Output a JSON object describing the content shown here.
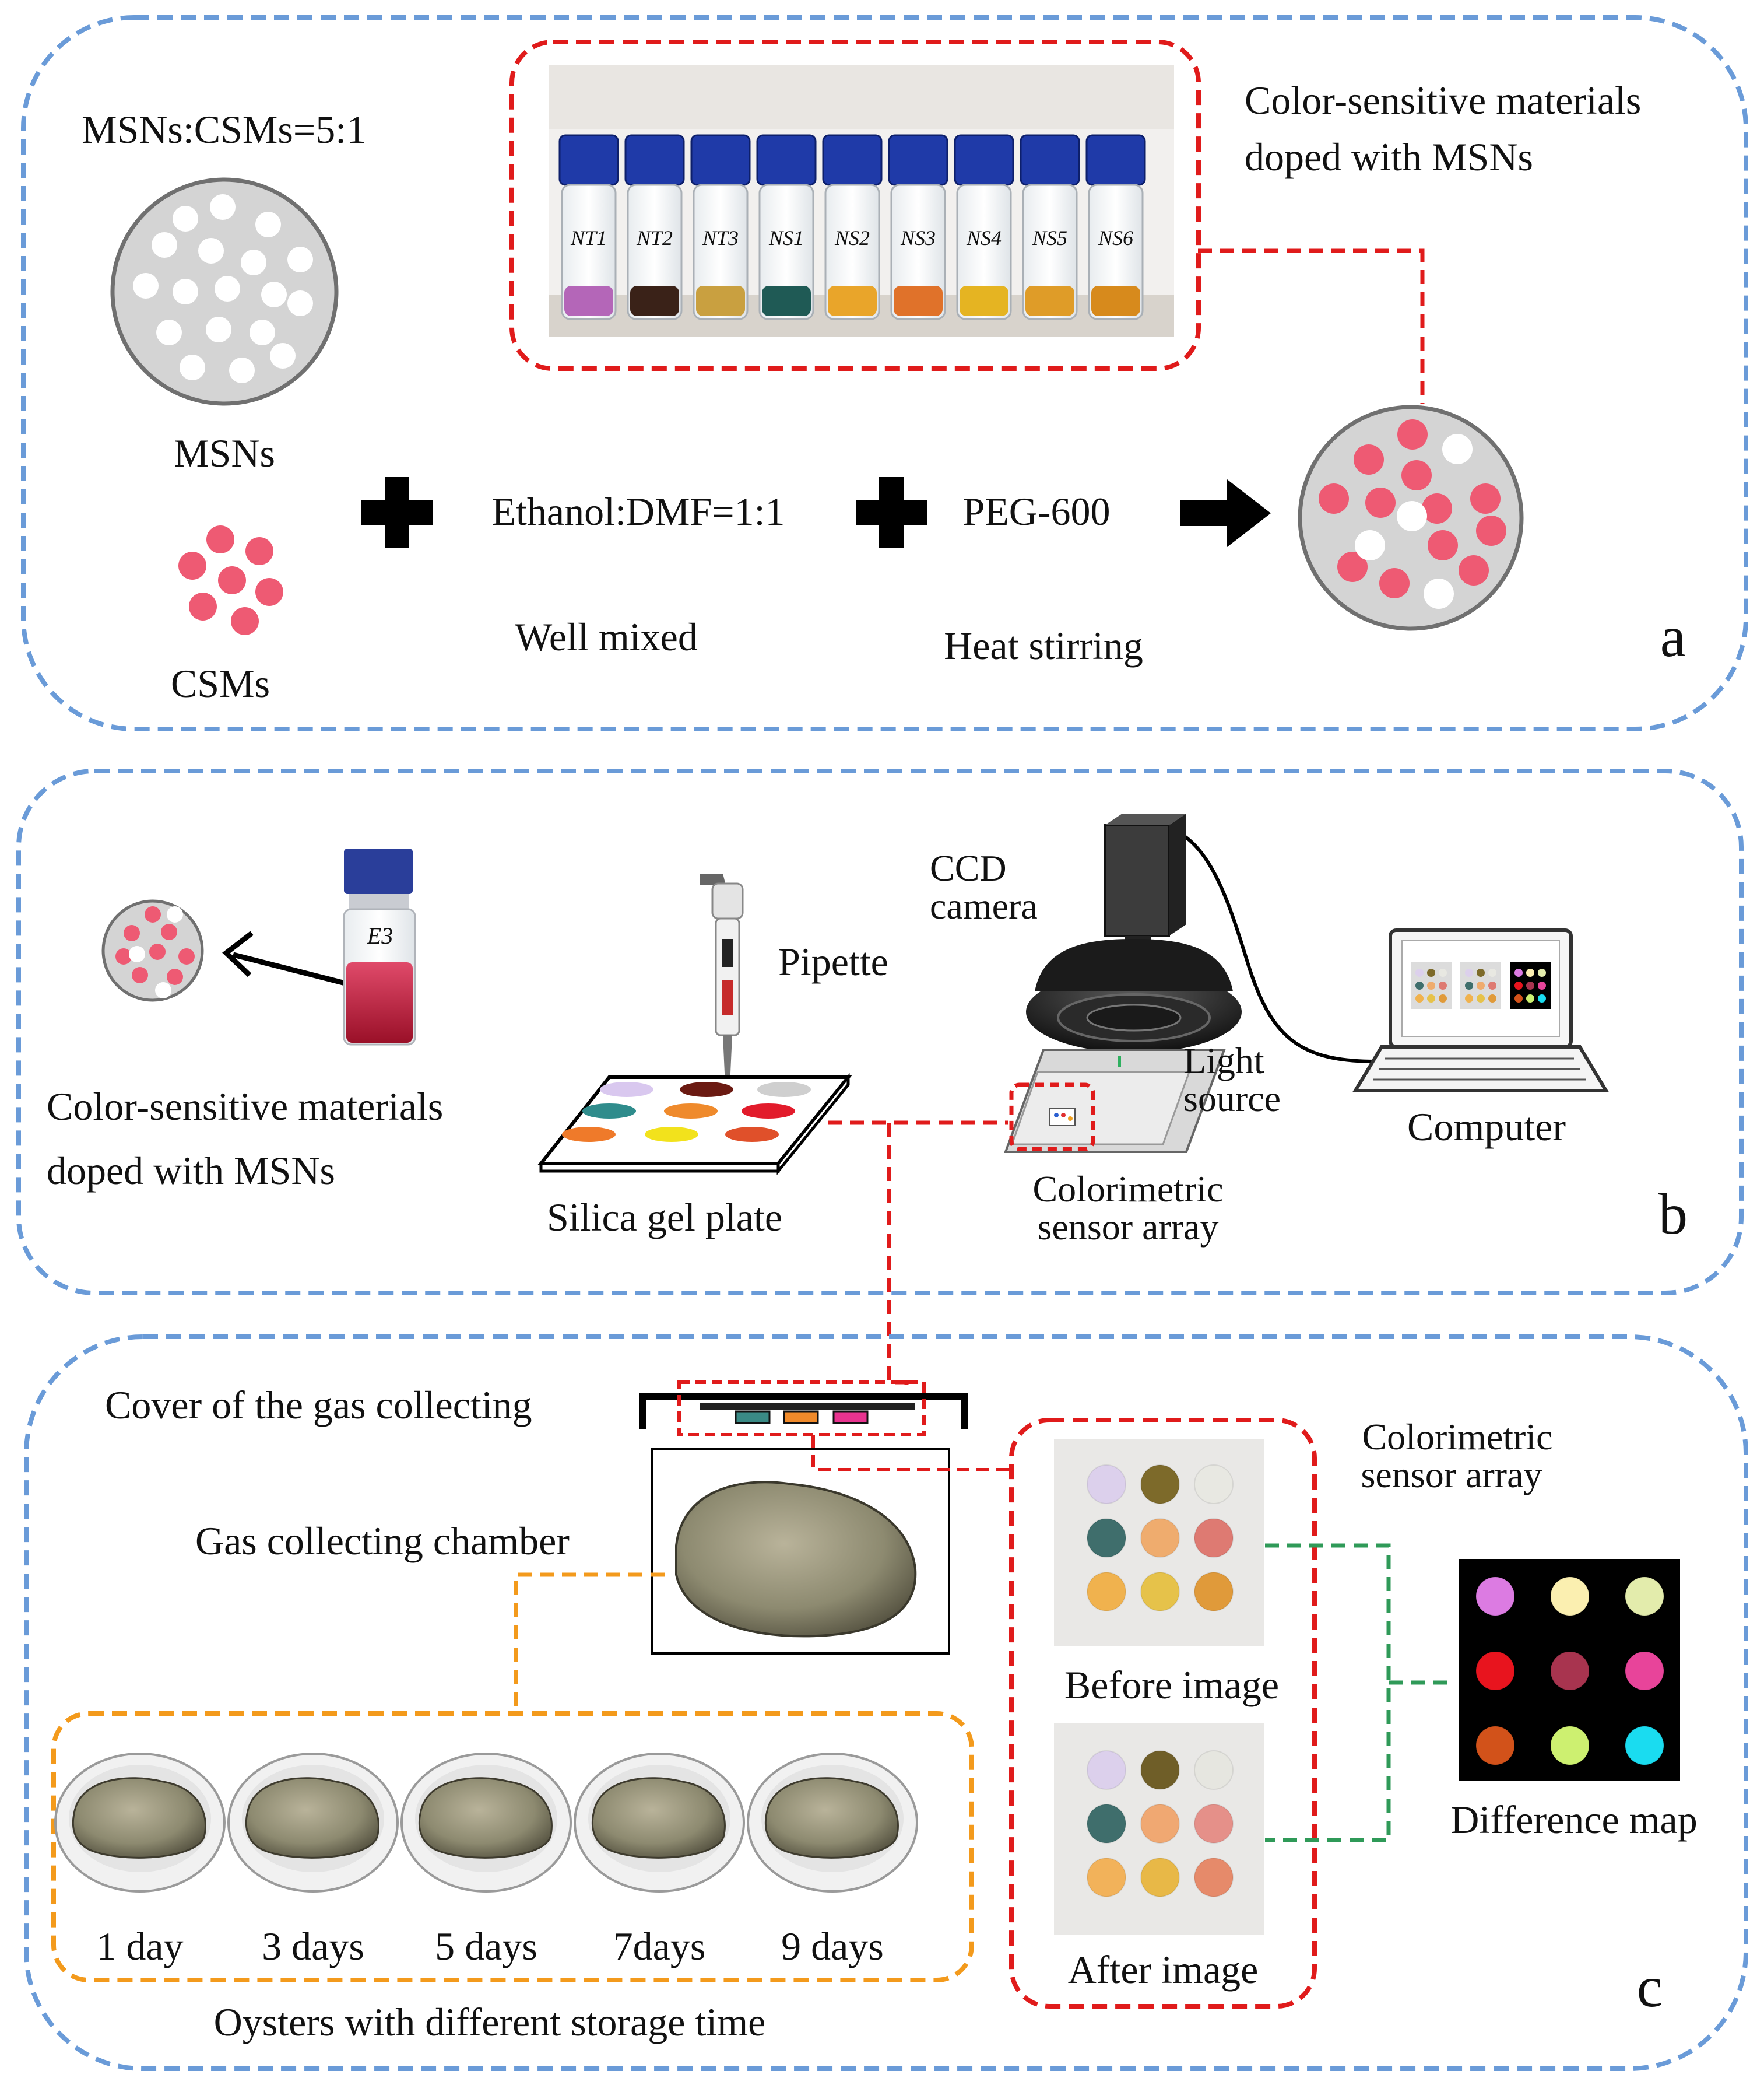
{
  "colors": {
    "panel_border": "#6a9bd8",
    "photo_frame": "#e01b1b",
    "link_orange": "#f39a1c",
    "link_green": "#2f9a58",
    "particle_pink": "#ee5a73",
    "particle_gray": "#d4d4d4"
  },
  "panel_a": {
    "label": "a",
    "ratio": "MSNs:CSMs=5:1",
    "photo_caption_line1": "Color-sensitive materials",
    "photo_caption_line2": "doped with MSNs",
    "vial_labels": [
      "NT1",
      "NT2",
      "NT3",
      "NS1",
      "NS2",
      "NS3",
      "NS4",
      "NS5",
      "NS6"
    ],
    "vial_liquid_colors": [
      "#b466b8",
      "#3a2218",
      "#c9a040",
      "#1f5a55",
      "#e9a52a",
      "#e0722a",
      "#e5b422",
      "#df9c28",
      "#d78a1c"
    ],
    "msns_label": "MSNs",
    "csms_label": "CSMs",
    "solvent": "Ethanol:DMF=1:1",
    "additive": "PEG-600",
    "step1": "Well mixed",
    "step2": "Heat stirring"
  },
  "panel_b": {
    "label": "b",
    "vial_marking": "E3",
    "material_line1": "Color-sensitive materials",
    "material_line2": "doped with MSNs",
    "pipette": "Pipette",
    "plate": "Silica gel plate",
    "plate_spot_colors": [
      "#d9c8ef",
      "#6b1a12",
      "#cfcfcf",
      "#2f8c8c",
      "#ef8a2c",
      "#e21b2b",
      "#ef7a2a",
      "#f2e21c",
      "#e0502a"
    ],
    "camera_line1": "CCD",
    "camera_line2": "camera",
    "light_line1": "Light",
    "light_line2": "source",
    "array_line1": "Colorimetric",
    "array_line2": "sensor array",
    "computer": "Computer"
  },
  "panel_c": {
    "label": "c",
    "cover": "Cover of the gas collecting",
    "chamber": "Gas collecting chamber",
    "array_line1": "Colorimetric",
    "array_line2": "sensor array",
    "cover_strip_colors": [
      "#3a8a85",
      "#f08a2a",
      "#e8338f"
    ],
    "before": "Before image",
    "after": "After image",
    "before_spots": [
      "#dcd0ec",
      "#7d6a2a",
      "#e8e8e2",
      "#3f6e6c",
      "#efac6e",
      "#de7a72",
      "#f0b24e",
      "#e6c24a",
      "#e09a3a"
    ],
    "after_spots": [
      "#dcd0ec",
      "#6f5e28",
      "#e6e6e0",
      "#3f6e6c",
      "#f0a872",
      "#e59089",
      "#f2b25a",
      "#e8b847",
      "#e68a6a"
    ],
    "difference": "Difference map",
    "difference_spots": [
      "#dc7be2",
      "#fbefb0",
      "#e3ecac",
      "#e8141e",
      "#a8344f",
      "#e8449a",
      "#d2521a",
      "#cdf070",
      "#1adcf0"
    ],
    "storage_times": [
      "1 day",
      "3 days",
      "5 days",
      "7days",
      "9 days"
    ],
    "oyster_caption": "Oysters with different storage time"
  }
}
